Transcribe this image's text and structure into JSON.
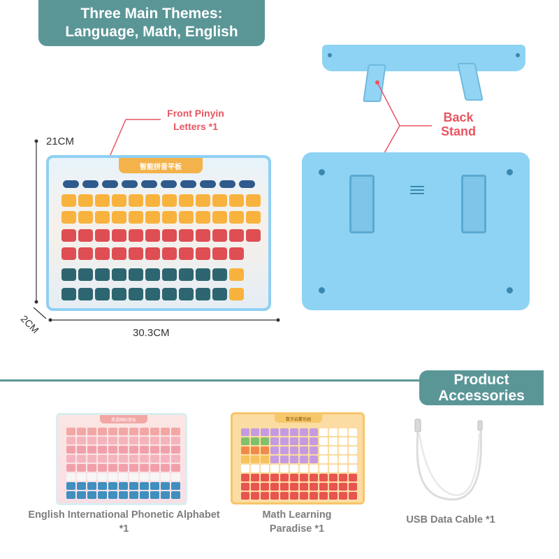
{
  "header": {
    "line1": "Three Main Themes:",
    "line2": "Language, Math, English"
  },
  "front": {
    "label_line1": "Front Pinyin",
    "label_line2": "Letters *1",
    "title": "智能拼音平板",
    "height": "21CM",
    "width": "30.3CM",
    "depth": "2CM"
  },
  "back": {
    "label_line1": "Back",
    "label_line2": "Stand"
  },
  "accessories": {
    "title_line1": "Product",
    "title_line2": "Accessories",
    "items": [
      {
        "line1": "English International Phonetic Alphabet",
        "line2": "*1"
      },
      {
        "line1": "Math Learning",
        "line2": "Paradise *1"
      },
      {
        "line1": "USB Data Cable *1",
        "line2": ""
      }
    ],
    "english_title": "英语国际音标",
    "math_title": "数字启蒙乐园"
  },
  "colors": {
    "banner": "#5b9697",
    "label_red": "#e85560",
    "tablet_blue": "#8ed3f3"
  }
}
